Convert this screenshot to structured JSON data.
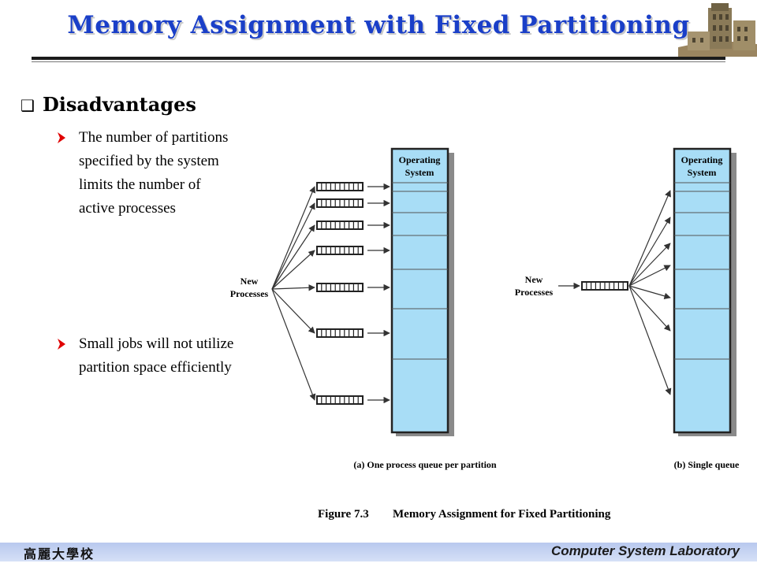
{
  "slide": {
    "title": "Memory Assignment with Fixed Partitioning",
    "heading": "Disadvantages",
    "bullets": [
      {
        "lines": [
          "The number of partitions",
          "specified by the system",
          "limits the number of",
          "active processes"
        ]
      },
      {
        "lines": [
          "Small jobs will not utilize",
          "partition space efficiently"
        ]
      }
    ]
  },
  "figure": {
    "os_label": [
      "Operating",
      "System"
    ],
    "new_processes_label": [
      "New",
      "Processes"
    ],
    "caption_a": "(a) One process queue per partition",
    "caption_b": "(b) Single queue",
    "figure_caption_num": "Figure 7.3",
    "figure_caption_title": "Memory Assignment for Fixed Partitioning",
    "memory_color": "#a8ddf6"
  },
  "footer": {
    "left": "高麗大學校",
    "right": "Computer System Laboratory"
  }
}
